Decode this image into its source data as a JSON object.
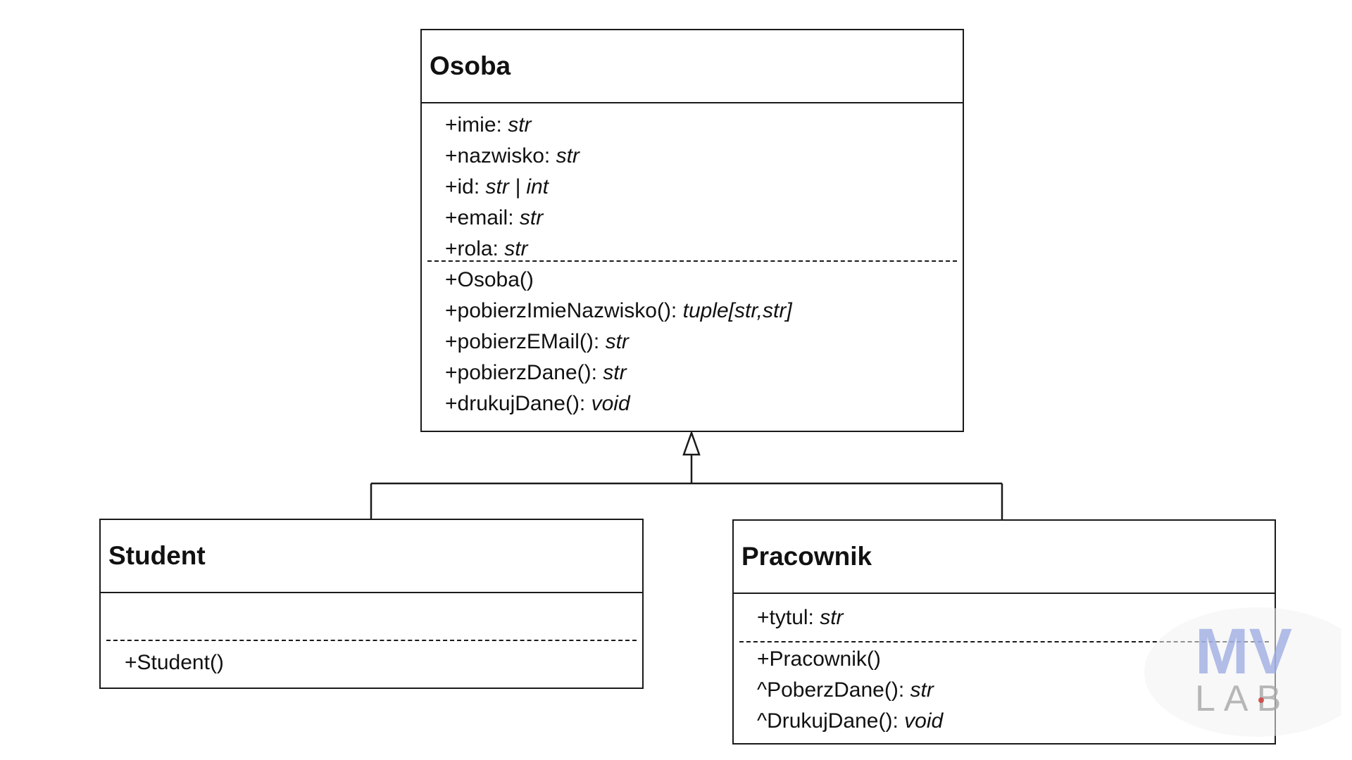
{
  "diagram": {
    "classes": {
      "osoba": {
        "name": "Osoba",
        "attributes": [
          {
            "label": "+imie: ",
            "type": "str"
          },
          {
            "label": "+nazwisko: ",
            "type": "str"
          },
          {
            "label": "+id: ",
            "type": "str | int"
          },
          {
            "label": "+email: ",
            "type": "str"
          },
          {
            "label": "+rola: ",
            "type": "str"
          }
        ],
        "operations": [
          {
            "label": "+Osoba()",
            "type": ""
          },
          {
            "label": "+pobierzImieNazwisko(): ",
            "type": "tuple[str,str]"
          },
          {
            "label": "+pobierzEMail(): ",
            "type": "str"
          },
          {
            "label": "+pobierzDane(): ",
            "type": "str"
          },
          {
            "label": "+drukujDane(): ",
            "type": "void"
          }
        ]
      },
      "student": {
        "name": "Student",
        "attributes": [],
        "operations": [
          {
            "label": "+Student()",
            "type": ""
          }
        ]
      },
      "pracownik": {
        "name": "Pracownik",
        "attributes": [
          {
            "label": "+tytul: ",
            "type": "str"
          }
        ],
        "operations": [
          {
            "label": "+Pracownik()",
            "type": ""
          },
          {
            "label": "^PoberzDane(): ",
            "type": "str"
          },
          {
            "label": "^DrukujDane(): ",
            "type": "void"
          }
        ]
      }
    },
    "relationship": {
      "type": "generalization",
      "parent": "Osoba",
      "children": [
        "Student",
        "Pracownik"
      ]
    },
    "colors": {
      "line": "#1a1a1a",
      "watermark": "#9aa9e2",
      "watermark_lab": "#a8a8a8",
      "watermark_dot": "#d24040"
    }
  },
  "watermark": {
    "logo_text": "MV",
    "sub_text": "LAB"
  }
}
